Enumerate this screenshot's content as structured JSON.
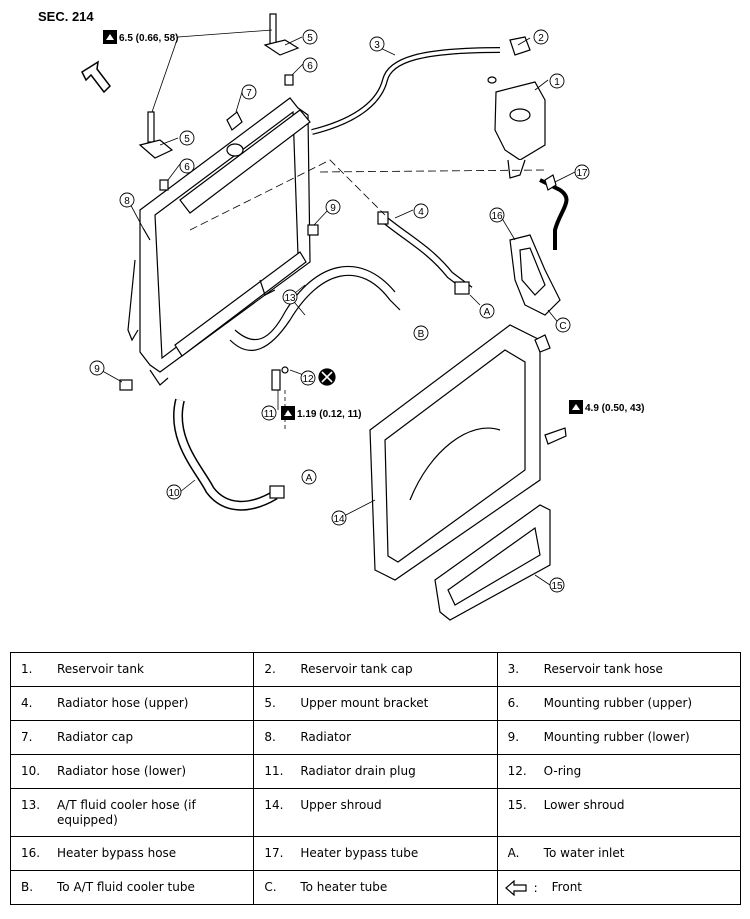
{
  "diagram": {
    "section": "SEC. 214",
    "torques": [
      {
        "id": "t1",
        "text": "6.5 (0.66, 58)"
      },
      {
        "id": "t2",
        "text": "1.19 (0.12, 11)"
      },
      {
        "id": "t3",
        "text": "4.9 (0.50, 43)"
      }
    ],
    "callouts": [
      "1",
      "2",
      "3",
      "4",
      "5",
      "5",
      "6",
      "6",
      "7",
      "8",
      "9",
      "9",
      "10",
      "11",
      "12",
      "13",
      "14",
      "15",
      "16",
      "17",
      "A",
      "A",
      "B",
      "C"
    ]
  },
  "legend": {
    "rows": [
      [
        {
          "num": "1.",
          "label": "Reservoir tank"
        },
        {
          "num": "2.",
          "label": "Reservoir tank cap"
        },
        {
          "num": "3.",
          "label": "Reservoir tank hose"
        }
      ],
      [
        {
          "num": "4.",
          "label": "Radiator hose (upper)"
        },
        {
          "num": "5.",
          "label": "Upper mount bracket"
        },
        {
          "num": "6.",
          "label": "Mounting rubber (upper)"
        }
      ],
      [
        {
          "num": "7.",
          "label": "Radiator cap"
        },
        {
          "num": "8.",
          "label": "Radiator"
        },
        {
          "num": "9.",
          "label": "Mounting rubber (lower)"
        }
      ],
      [
        {
          "num": "10.",
          "label": "Radiator hose (lower)"
        },
        {
          "num": "11.",
          "label": "Radiator drain plug"
        },
        {
          "num": "12.",
          "label": "O-ring"
        }
      ],
      [
        {
          "num": "13.",
          "label": "A/T fluid cooler hose (if equipped)"
        },
        {
          "num": "14.",
          "label": "Upper shroud"
        },
        {
          "num": "15.",
          "label": "Lower shroud"
        }
      ],
      [
        {
          "num": "16.",
          "label": "Heater bypass hose"
        },
        {
          "num": "17.",
          "label": "Heater bypass tube"
        },
        {
          "num": "A.",
          "label": "To water inlet"
        }
      ],
      [
        {
          "num": "B.",
          "label": "To A/T fluid cooler tube"
        },
        {
          "num": "C.",
          "label": "To heater tube"
        },
        {
          "num": ":",
          "label": "Front"
        }
      ]
    ]
  }
}
